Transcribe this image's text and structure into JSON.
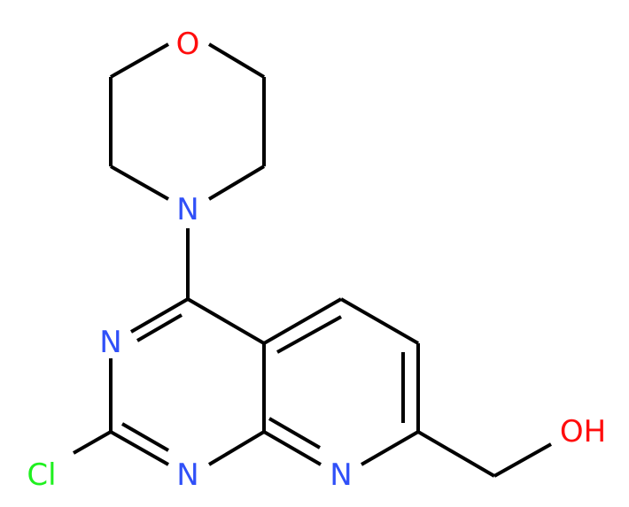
{
  "molecule": {
    "atoms": {
      "o_morph": {
        "label": "O",
        "color": "#ff0d0d"
      },
      "n_morph": {
        "label": "N",
        "color": "#3050f8"
      },
      "n3": {
        "label": "N",
        "color": "#3050f8"
      },
      "n1": {
        "label": "N",
        "color": "#3050f8"
      },
      "n8": {
        "label": "N",
        "color": "#3050f8"
      },
      "cl": {
        "label": "Cl",
        "color": "#1ff01f"
      },
      "oh": {
        "label": "OH",
        "color": "#ff0d0d"
      }
    }
  }
}
